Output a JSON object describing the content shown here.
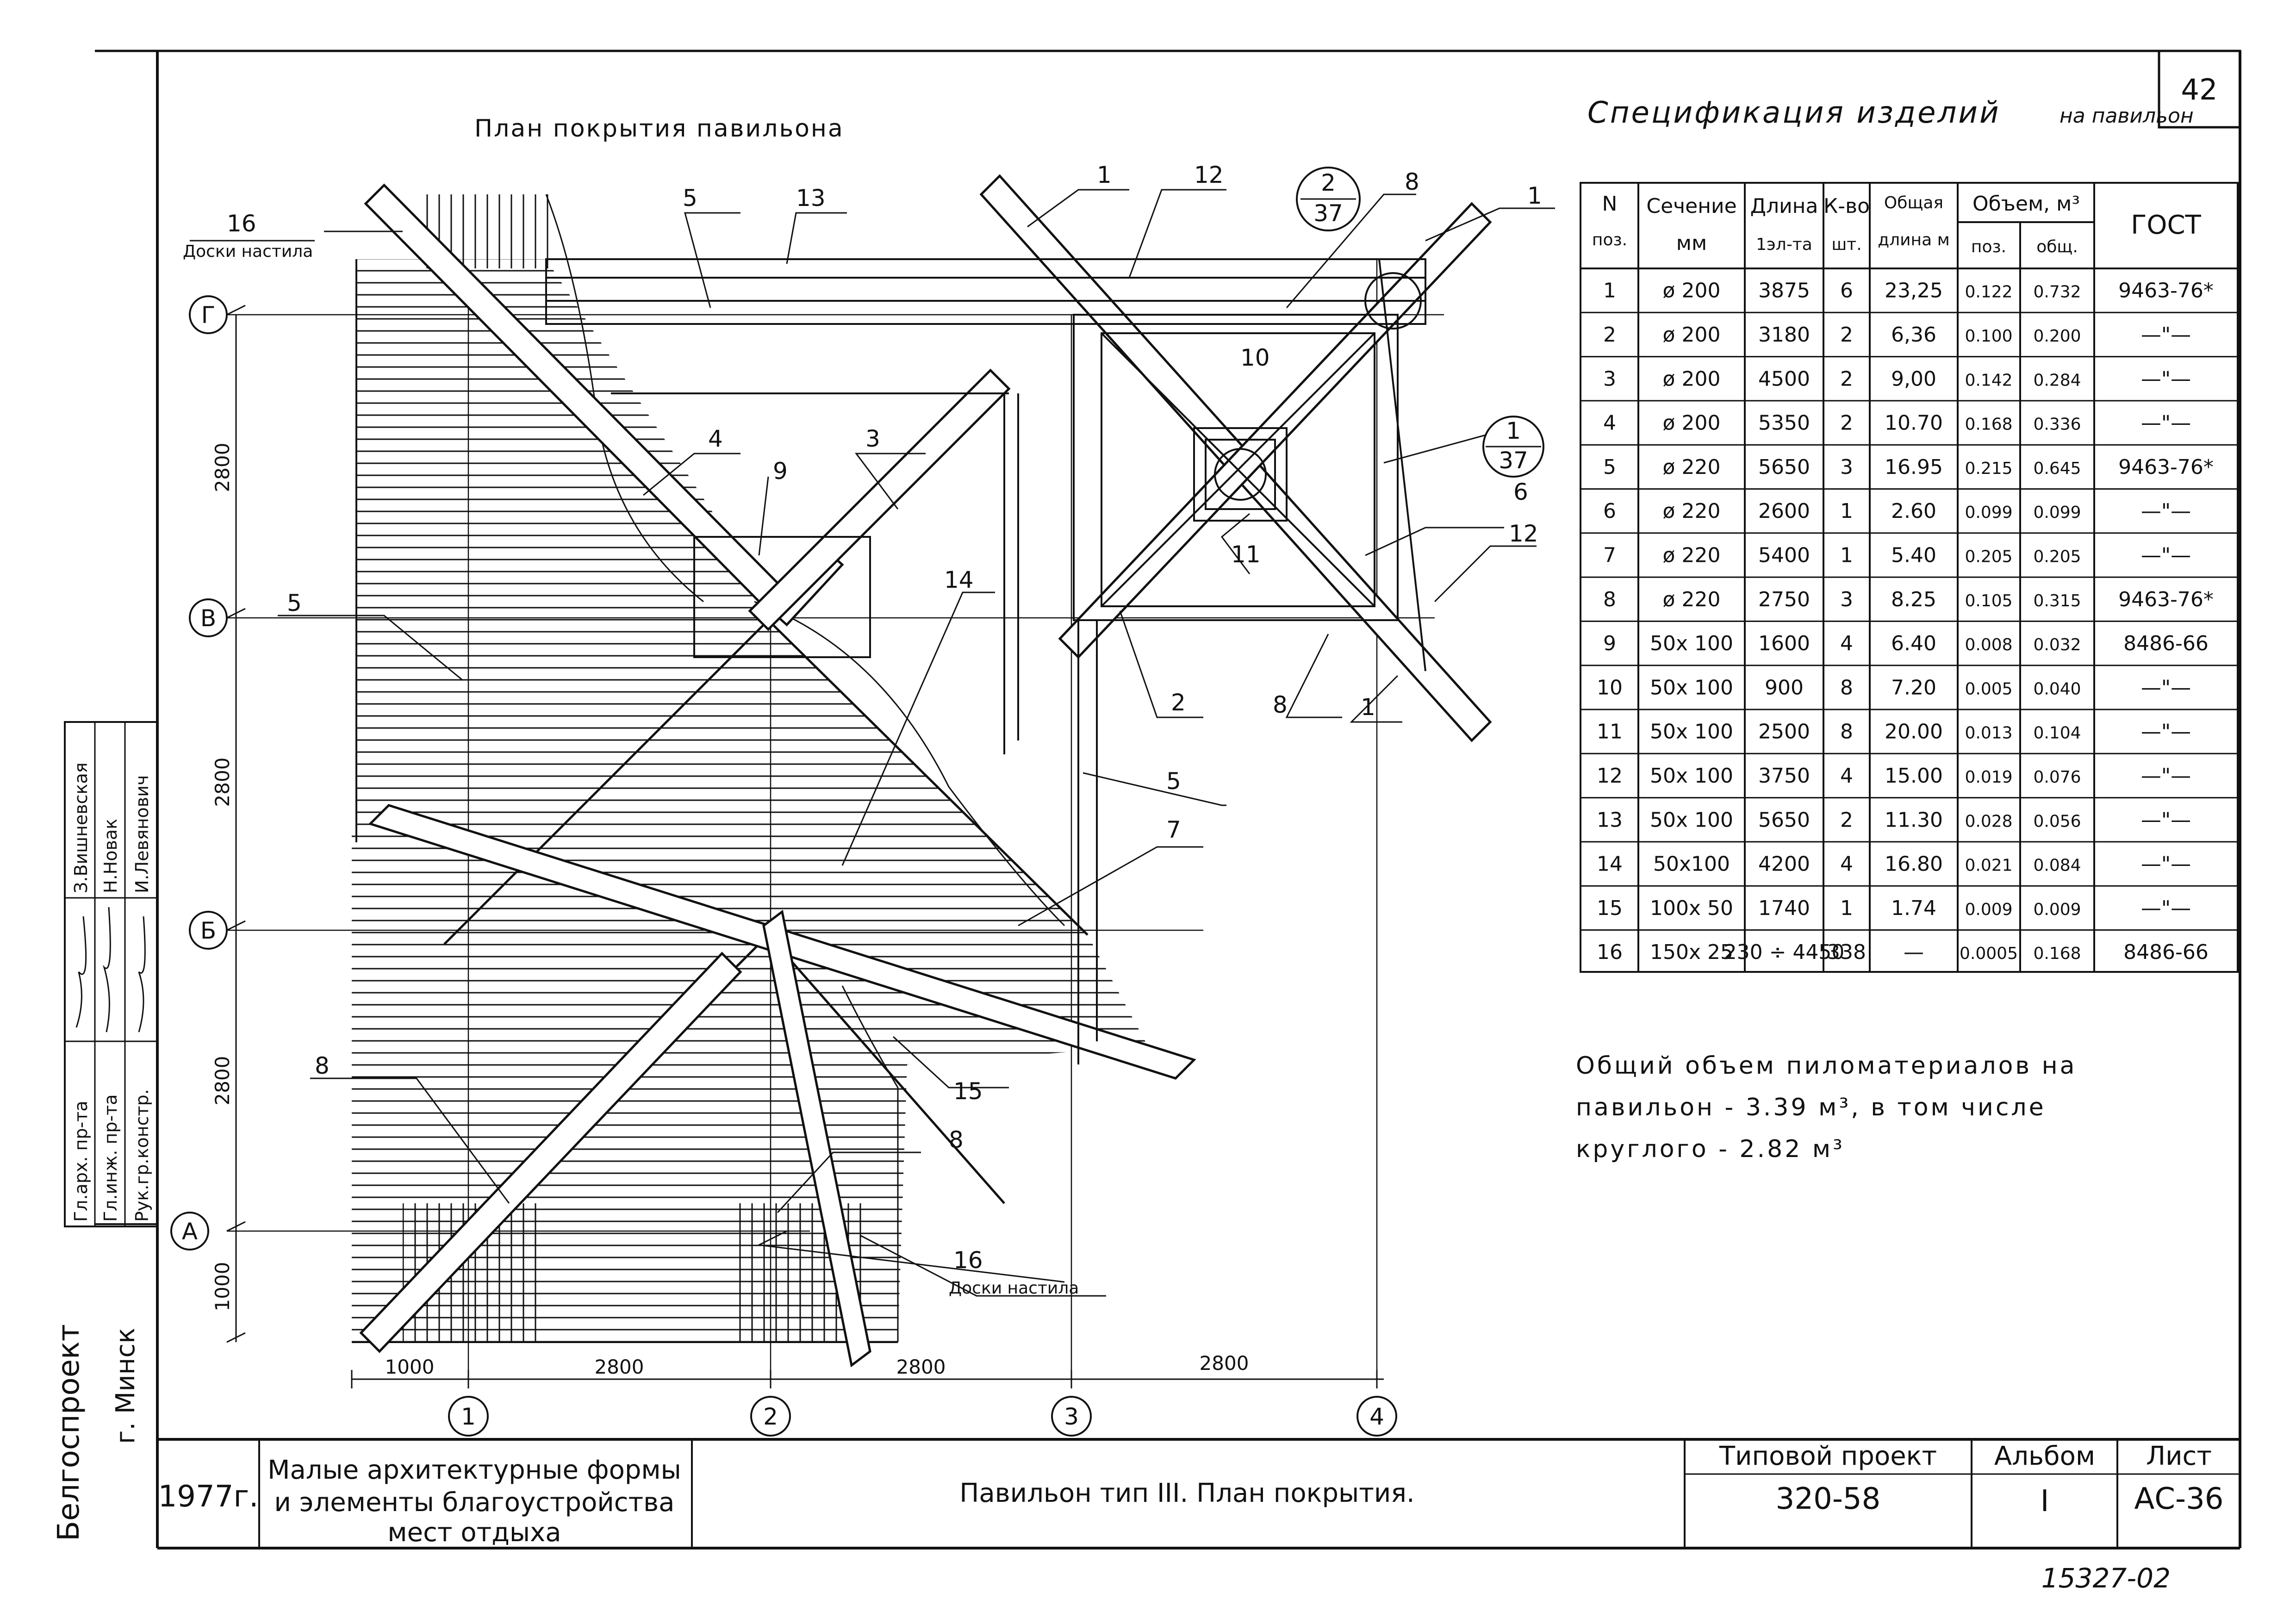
{
  "sheet_number": "42",
  "plan_title": "План покрытия павильона",
  "spec_title": "Спецификация изделий",
  "spec_title_suffix": "на павильон",
  "axes_letters": [
    "Г",
    "В",
    "Б",
    "А"
  ],
  "axes_numbers": [
    "1",
    "2",
    "3",
    "4"
  ],
  "dims_vertical": [
    "2800",
    "2800",
    "2800",
    "1000"
  ],
  "dims_horizontal": [
    "1000",
    "2800",
    "2800",
    "2800"
  ],
  "leaders": {
    "l1a": "1",
    "l12a": "12",
    "l5a": "5",
    "l13": "13",
    "l16a": "16",
    "l8a": "8",
    "l1b": "1",
    "l10": "10",
    "l4": "4",
    "l9": "9",
    "l3": "3",
    "l6": "6",
    "l12b": "12",
    "l14": "14",
    "l11": "11",
    "l2": "2",
    "l8b": "8",
    "l1c": "1",
    "l5b": "5",
    "l5c": "5",
    "l7": "7",
    "l15": "15",
    "l8c": "8",
    "l8d": "8",
    "l16b": "16"
  },
  "note_boards": "Доски настила",
  "callout_a": {
    "top": "2",
    "bottom": "37"
  },
  "callout_b": {
    "top": "1",
    "bottom": "37"
  },
  "spec_table": {
    "headers": {
      "pos_top": "N",
      "pos_bottom": "поз.",
      "section_top": "Сечение",
      "section_bottom": "мм",
      "length_top": "Длина",
      "length_bottom": "1эл-та",
      "qty_top": "К-во",
      "qty_bottom": "шт.",
      "total_top": "Общая",
      "total_bottom": "длина м",
      "volume": "Объем, м³",
      "vol_one": "поз.",
      "vol_total": "общ.",
      "gost": "ГОСТ"
    },
    "rows": [
      {
        "pos": "1",
        "section": "ø 200",
        "length": "3875",
        "qty": "6",
        "total": "23,25",
        "v1": "0.122",
        "v2": "0.732",
        "gost": "9463-76*"
      },
      {
        "pos": "2",
        "section": "ø 200",
        "length": "3180",
        "qty": "2",
        "total": "6,36",
        "v1": "0.100",
        "v2": "0.200",
        "gost": "—\"—"
      },
      {
        "pos": "3",
        "section": "ø 200",
        "length": "4500",
        "qty": "2",
        "total": "9,00",
        "v1": "0.142",
        "v2": "0.284",
        "gost": "—\"—"
      },
      {
        "pos": "4",
        "section": "ø 200",
        "length": "5350",
        "qty": "2",
        "total": "10.70",
        "v1": "0.168",
        "v2": "0.336",
        "gost": "—\"—"
      },
      {
        "pos": "5",
        "section": "ø 220",
        "length": "5650",
        "qty": "3",
        "total": "16.95",
        "v1": "0.215",
        "v2": "0.645",
        "gost": "9463-76*"
      },
      {
        "pos": "6",
        "section": "ø 220",
        "length": "2600",
        "qty": "1",
        "total": "2.60",
        "v1": "0.099",
        "v2": "0.099",
        "gost": "—\"—"
      },
      {
        "pos": "7",
        "section": "ø 220",
        "length": "5400",
        "qty": "1",
        "total": "5.40",
        "v1": "0.205",
        "v2": "0.205",
        "gost": "—\"—"
      },
      {
        "pos": "8",
        "section": "ø 220",
        "length": "2750",
        "qty": "3",
        "total": "8.25",
        "v1": "0.105",
        "v2": "0.315",
        "gost": "9463-76*"
      },
      {
        "pos": "9",
        "section": "50x 100",
        "length": "1600",
        "qty": "4",
        "total": "6.40",
        "v1": "0.008",
        "v2": "0.032",
        "gost": "8486-66"
      },
      {
        "pos": "10",
        "section": "50x 100",
        "length": "900",
        "qty": "8",
        "total": "7.20",
        "v1": "0.005",
        "v2": "0.040",
        "gost": "—\"—"
      },
      {
        "pos": "11",
        "section": "50x 100",
        "length": "2500",
        "qty": "8",
        "total": "20.00",
        "v1": "0.013",
        "v2": "0.104",
        "gost": "—\"—"
      },
      {
        "pos": "12",
        "section": "50x 100",
        "length": "3750",
        "qty": "4",
        "total": "15.00",
        "v1": "0.019",
        "v2": "0.076",
        "gost": "—\"—"
      },
      {
        "pos": "13",
        "section": "50x 100",
        "length": "5650",
        "qty": "2",
        "total": "11.30",
        "v1": "0.028",
        "v2": "0.056",
        "gost": "—\"—"
      },
      {
        "pos": "14",
        "section": "50x100",
        "length": "4200",
        "qty": "4",
        "total": "16.80",
        "v1": "0.021",
        "v2": "0.084",
        "gost": "—\"—"
      },
      {
        "pos": "15",
        "section": "100x 50",
        "length": "1740",
        "qty": "1",
        "total": "1.74",
        "v1": "0.009",
        "v2": "0.009",
        "gost": "—\"—"
      },
      {
        "pos": "16",
        "section": "150x 25",
        "length": "230 ÷ 4450",
        "qty": "338",
        "total": "—",
        "v1": "0.0005",
        "v2": "0.168",
        "gost": "8486-66"
      }
    ]
  },
  "total_note": {
    "line1": "Общий объем пиломатериалов на",
    "line2": "павильон - 3.39 м³, в том числе",
    "line3": "круглого - 2.82 м³"
  },
  "signatures": {
    "roles": [
      "Гл.арх. пр-та",
      "Гл.инж. пр-та",
      "Рук.гр.констр."
    ],
    "names": [
      "З.Вишневская",
      "Н.Новак",
      "И.Левянович"
    ]
  },
  "org": {
    "name": "Белгоспроект",
    "city": "г. Минск"
  },
  "title_block": {
    "year": "1977г.",
    "series_line1": "Малые архитектурные формы",
    "series_line2": "и элементы благоустройства",
    "series_line3": "мест отдыха",
    "drawing_title": "Павильон тип III. План покрытия.",
    "project_label": "Типовой проект",
    "project_number": "320-58",
    "album_label": "Альбом",
    "album_number": "I",
    "sheet_label": "Лист",
    "sheet_code": "АС-36"
  },
  "stamp_number": "15327-02"
}
